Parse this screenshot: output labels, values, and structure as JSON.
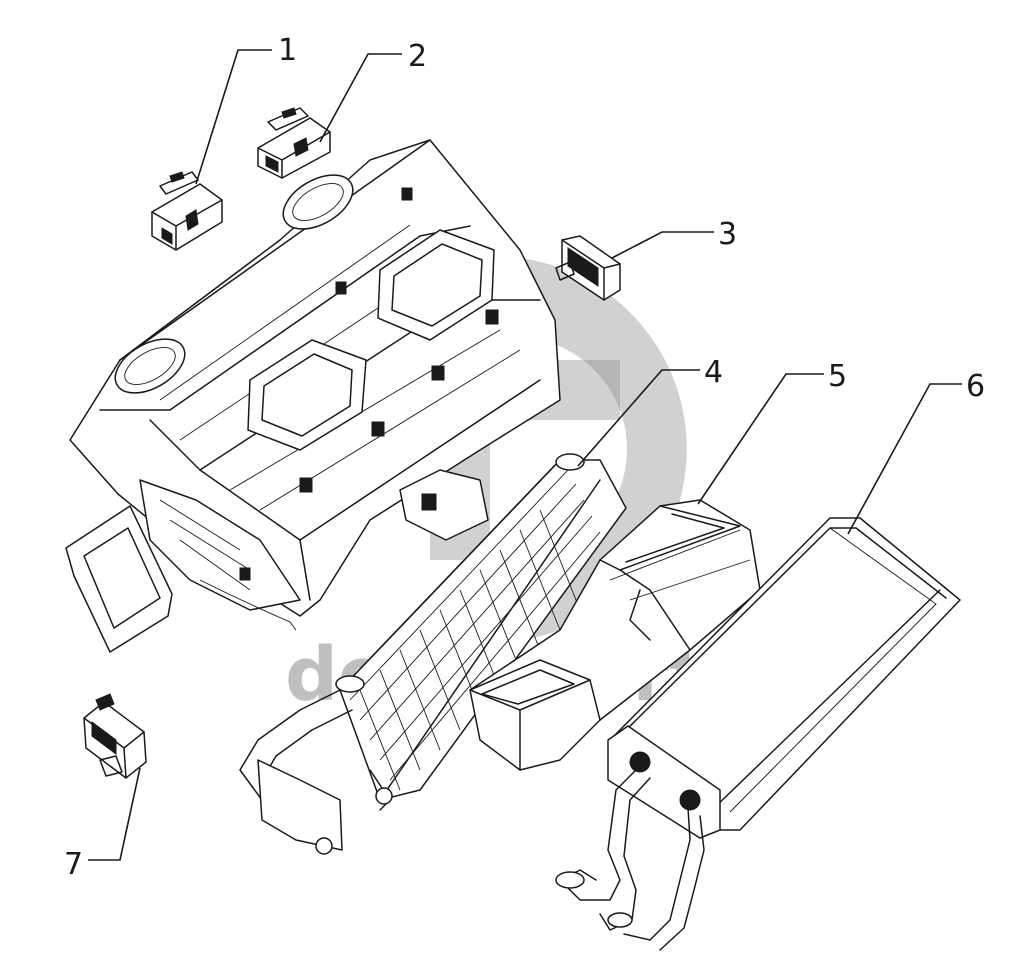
{
  "labels": [
    "1",
    "2",
    "3",
    "4",
    "5",
    "6",
    "7"
  ],
  "watermark": {
    "text": "delta-parts",
    "color": "#8c8c8c"
  },
  "colors": {
    "line": "#1a1a1a",
    "background": "#ffffff"
  }
}
